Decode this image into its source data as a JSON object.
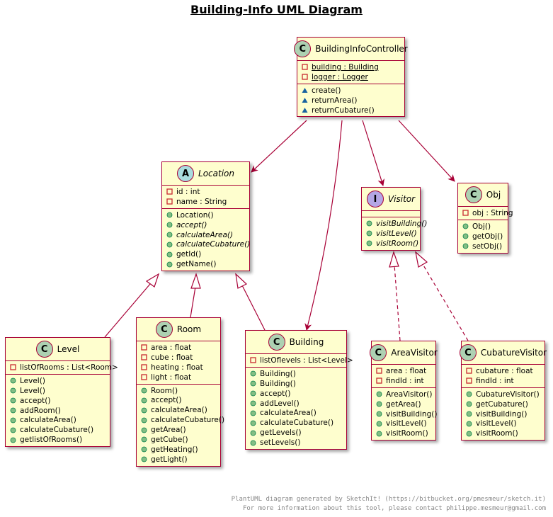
{
  "title": "Building-Info UML Diagram",
  "colors": {
    "border": "#A80036",
    "fill": "#FEFECE",
    "class_badge": "#ADD1B2",
    "abstract_badge": "#A9DCDF",
    "interface_badge": "#B4A7E5",
    "field_icon": "#C82930",
    "method_icon": "#84BE84",
    "package_icon": "#1963A0"
  },
  "classes": {
    "controller": {
      "badge": "C",
      "name": "BuildingInfoController",
      "fields": [
        {
          "v": "-",
          "t": "building : Building",
          "ul": true
        },
        {
          "v": "-",
          "t": "logger : Logger",
          "ul": true
        }
      ],
      "methods": [
        {
          "v": "~",
          "t": "create()"
        },
        {
          "v": "~",
          "t": "returnArea()"
        },
        {
          "v": "~",
          "t": "returnCubature()"
        }
      ]
    },
    "location": {
      "badge": "A",
      "name": "Location",
      "italic": true,
      "fields": [
        {
          "v": "-",
          "t": "id : int"
        },
        {
          "v": "-",
          "t": "name : String"
        }
      ],
      "methods": [
        {
          "v": "+",
          "t": "Location()"
        },
        {
          "v": "+",
          "t": "accept()",
          "i": true
        },
        {
          "v": "+",
          "t": "calculateArea()",
          "i": true
        },
        {
          "v": "+",
          "t": "calculateCubature()",
          "i": true
        },
        {
          "v": "+",
          "t": "getId()"
        },
        {
          "v": "+",
          "t": "getName()"
        }
      ]
    },
    "visitor": {
      "badge": "I",
      "name": "Visitor",
      "italic": true,
      "fields": [],
      "methods": [
        {
          "v": "+",
          "t": "visitBuilding()",
          "i": true
        },
        {
          "v": "+",
          "t": "visitLevel()",
          "i": true
        },
        {
          "v": "+",
          "t": "visitRoom()",
          "i": true
        }
      ]
    },
    "obj": {
      "badge": "C",
      "name": "Obj",
      "fields": [
        {
          "v": "-",
          "t": "obj : String"
        }
      ],
      "methods": [
        {
          "v": "+",
          "t": "Obj()"
        },
        {
          "v": "+",
          "t": "getObj()"
        },
        {
          "v": "+",
          "t": "setObj()"
        }
      ]
    },
    "level": {
      "badge": "C",
      "name": "Level",
      "fields": [
        {
          "v": "-",
          "t": "listOfRooms : List<Room>"
        }
      ],
      "methods": [
        {
          "v": "+",
          "t": "Level()"
        },
        {
          "v": "+",
          "t": "Level()"
        },
        {
          "v": "+",
          "t": "accept()"
        },
        {
          "v": "+",
          "t": "addRoom()"
        },
        {
          "v": "+",
          "t": "calculateArea()"
        },
        {
          "v": "+",
          "t": "calculateCubature()"
        },
        {
          "v": "+",
          "t": "getlistOfRooms()"
        }
      ]
    },
    "room": {
      "badge": "C",
      "name": "Room",
      "fields": [
        {
          "v": "-",
          "t": "area : float"
        },
        {
          "v": "-",
          "t": "cube : float"
        },
        {
          "v": "-",
          "t": "heating : float"
        },
        {
          "v": "-",
          "t": "light : float"
        }
      ],
      "methods": [
        {
          "v": "+",
          "t": "Room()"
        },
        {
          "v": "+",
          "t": "accept()"
        },
        {
          "v": "+",
          "t": "calculateArea()"
        },
        {
          "v": "+",
          "t": "calculateCubature()"
        },
        {
          "v": "+",
          "t": "getArea()"
        },
        {
          "v": "+",
          "t": "getCube()"
        },
        {
          "v": "+",
          "t": "getHeating()"
        },
        {
          "v": "+",
          "t": "getLight()"
        }
      ]
    },
    "building": {
      "badge": "C",
      "name": "Building",
      "fields": [
        {
          "v": "-",
          "t": "listOflevels : List<Level>"
        }
      ],
      "methods": [
        {
          "v": "+",
          "t": "Building()"
        },
        {
          "v": "+",
          "t": "Building()"
        },
        {
          "v": "+",
          "t": "accept()"
        },
        {
          "v": "+",
          "t": "addLevel()"
        },
        {
          "v": "+",
          "t": "calculateArea()"
        },
        {
          "v": "+",
          "t": "calculateCubature()"
        },
        {
          "v": "+",
          "t": "getLevels()"
        },
        {
          "v": "+",
          "t": "setLevels()"
        }
      ]
    },
    "areavisitor": {
      "badge": "C",
      "name": "AreaVisitor",
      "fields": [
        {
          "v": "-",
          "t": "area : float"
        },
        {
          "v": "-",
          "t": "findId : int"
        }
      ],
      "methods": [
        {
          "v": "+",
          "t": "AreaVisitor()"
        },
        {
          "v": "+",
          "t": "getArea()"
        },
        {
          "v": "+",
          "t": "visitBuilding()"
        },
        {
          "v": "+",
          "t": "visitLevel()"
        },
        {
          "v": "+",
          "t": "visitRoom()"
        }
      ]
    },
    "cubaturevisitor": {
      "badge": "C",
      "name": "CubatureVisitor",
      "fields": [
        {
          "v": "-",
          "t": "cubature : float"
        },
        {
          "v": "-",
          "t": "findId : int"
        }
      ],
      "methods": [
        {
          "v": "+",
          "t": "CubatureVisitor()"
        },
        {
          "v": "+",
          "t": "getCubature()"
        },
        {
          "v": "+",
          "t": "visitBuilding()"
        },
        {
          "v": "+",
          "t": "visitLevel()"
        },
        {
          "v": "+",
          "t": "visitRoom()"
        }
      ]
    }
  },
  "footer": {
    "line1": "PlantUML diagram generated by SketchIt! (https://bitbucket.org/pmesmeur/sketch.it)",
    "line2": "For more information about this tool, please contact philippe.mesmeur@gmail.com"
  }
}
